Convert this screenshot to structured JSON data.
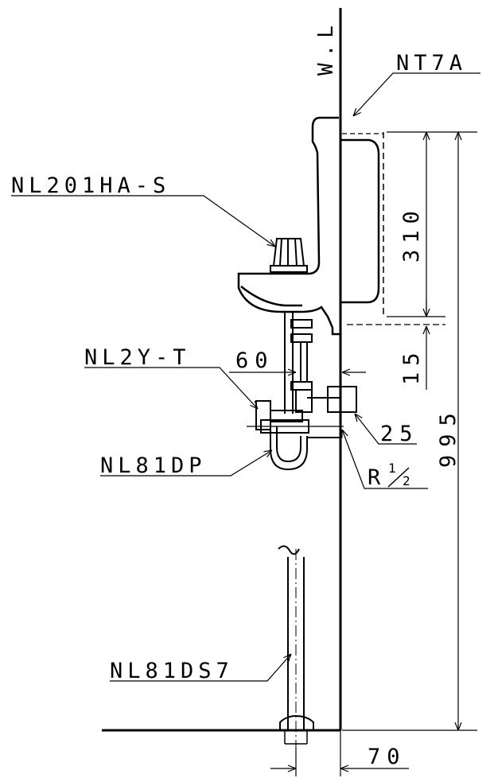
{
  "drawing": {
    "wall_label": "W.L",
    "parts": {
      "nt7a": "NT7A",
      "nl201ha_s": "NL201HA-S",
      "nl2y_t": "NL2Y-T",
      "nl81dp": "NL81DP",
      "nl81ds7": "NL81DS7",
      "r_half_base": "R",
      "r_half_num": "1",
      "r_half_den": "2"
    },
    "dimensions": {
      "d310": "310",
      "d15": "15",
      "d60": "60",
      "d25": "25",
      "d995": "995",
      "d70": "70"
    }
  }
}
